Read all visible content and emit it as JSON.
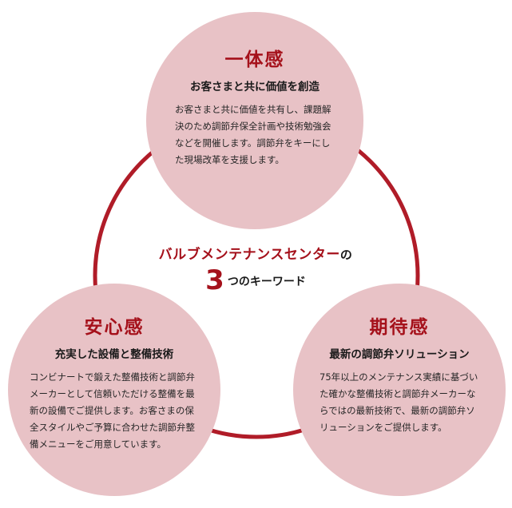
{
  "center": {
    "line1_main": "バルブメンテナンスセンター",
    "line1_particle": "の",
    "number": "3",
    "line2_rest": "つのキーワード"
  },
  "colors": {
    "accent": "#a5111b",
    "bubble": "#e8c2c6",
    "ring": "#b01c28"
  },
  "keywords": {
    "top": {
      "title": "一体感",
      "subtitle": "お客さまと共に価値を創造",
      "body": "お客さまと共に価値を共有し、課題解決のため調節弁保全計画や技術勉強会などを開催します。調節弁をキーにした現場改革を支援します。"
    },
    "left": {
      "title": "安心感",
      "subtitle": "充実した設備と整備技術",
      "body": "コンビナートで鍛えた整備技術と調節弁メーカーとして信頼いただける整備を最新の設備でご提供します。お客さまの保全スタイルやご予算に合わせた調節弁整備メニューをご用意しています。"
    },
    "right": {
      "title": "期待感",
      "subtitle": "最新の調節弁ソリューション",
      "body": "75年以上のメンテナンス実績に基づいた確かな整備技術と調節弁メーカーならではの最新技術で、最新の調節弁ソリューションをご提供します。"
    }
  }
}
